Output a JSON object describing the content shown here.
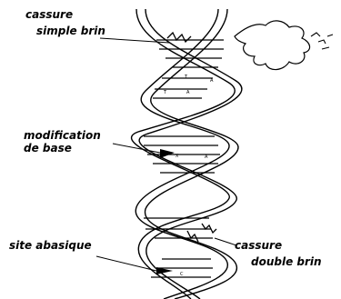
{
  "labels": {
    "single_strand_break_line1": "cassure",
    "single_strand_break_line2": "simple brin",
    "base_modification_line1": "modification",
    "base_modification_line2": "de base",
    "abasic_site": "site abasique",
    "double_strand_break_line1": "cassure",
    "double_strand_break_line2": "double brin"
  },
  "bases": {
    "b1": "T",
    "b2": "A",
    "b3": "T",
    "b4": "A",
    "b5": "X",
    "b6": "A",
    "b7": "C"
  }
}
